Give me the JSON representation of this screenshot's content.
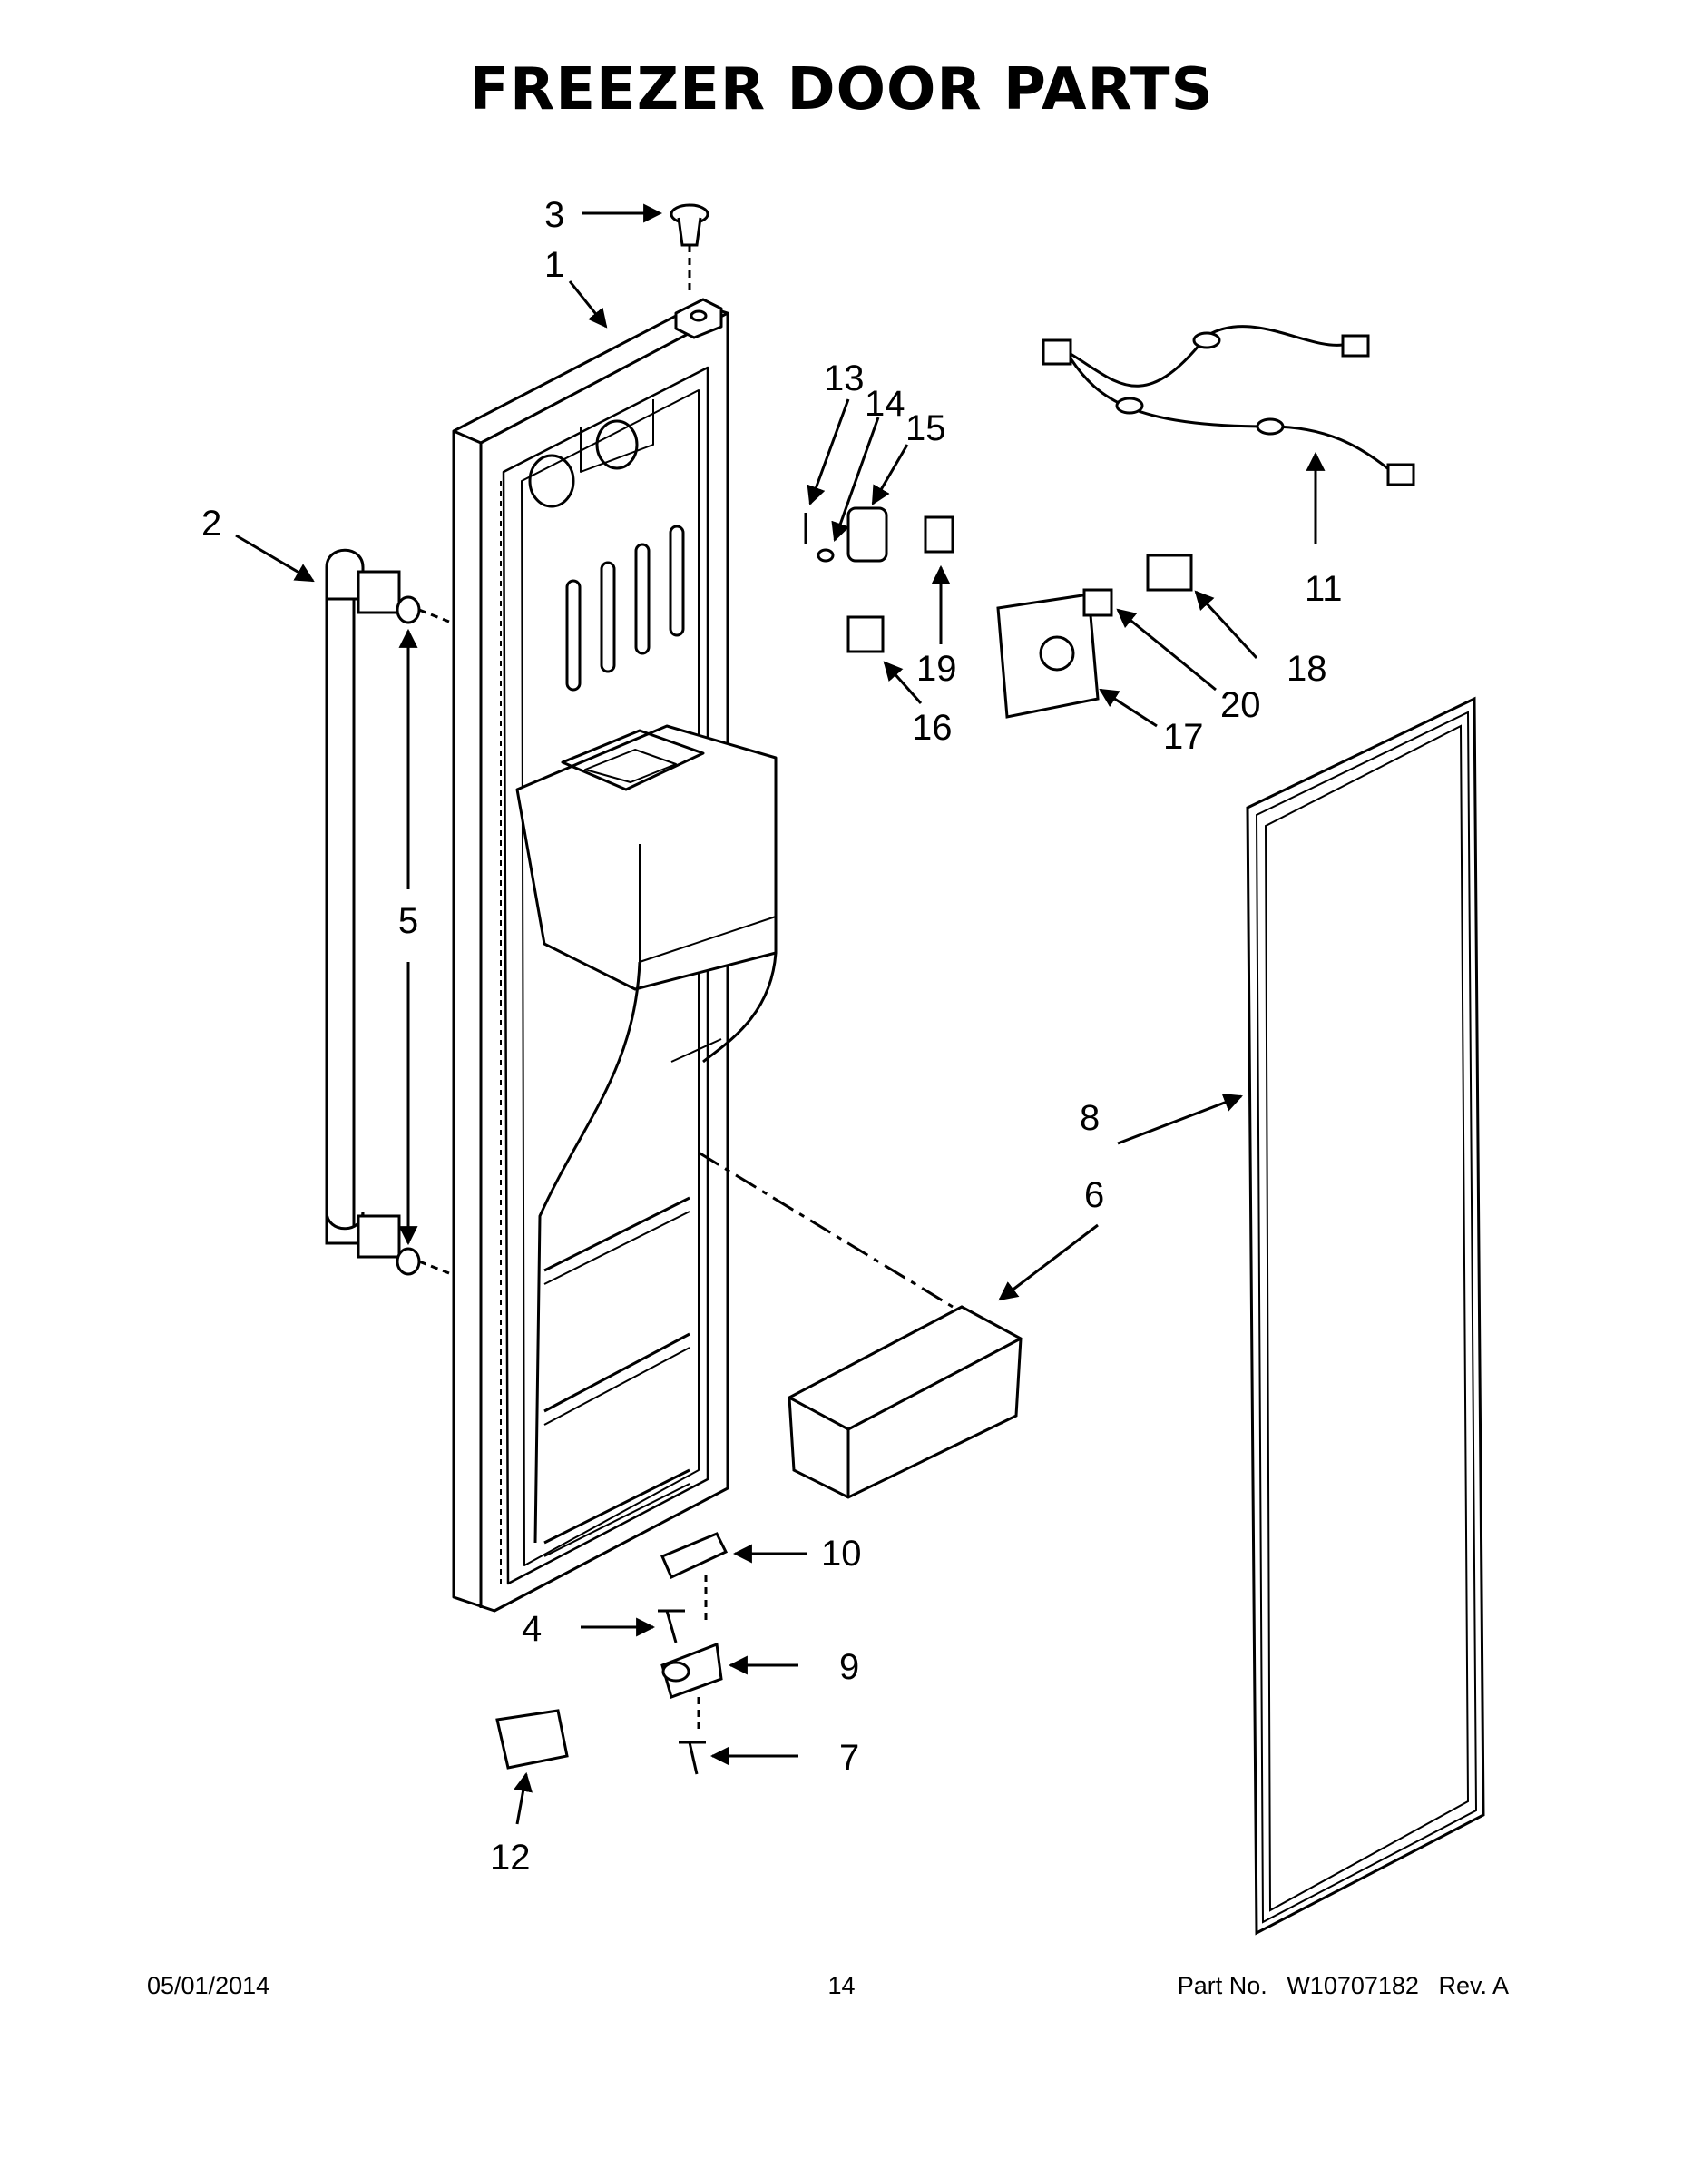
{
  "title": "FREEZER DOOR PARTS",
  "callouts": {
    "c1": "1",
    "c2": "2",
    "c3": "3",
    "c4": "4",
    "c5": "5",
    "c6": "6",
    "c7": "7",
    "c8": "8",
    "c9": "9",
    "c10": "10",
    "c11": "11",
    "c12": "12",
    "c13": "13",
    "c14": "14",
    "c15": "15",
    "c16": "16",
    "c17": "17",
    "c18": "18",
    "c19": "19",
    "c20": "20"
  },
  "footer": {
    "date": "05/01/2014",
    "page": "14",
    "part_label": "Part No.",
    "part_number": "W10707182",
    "revision": "Rev. A"
  }
}
